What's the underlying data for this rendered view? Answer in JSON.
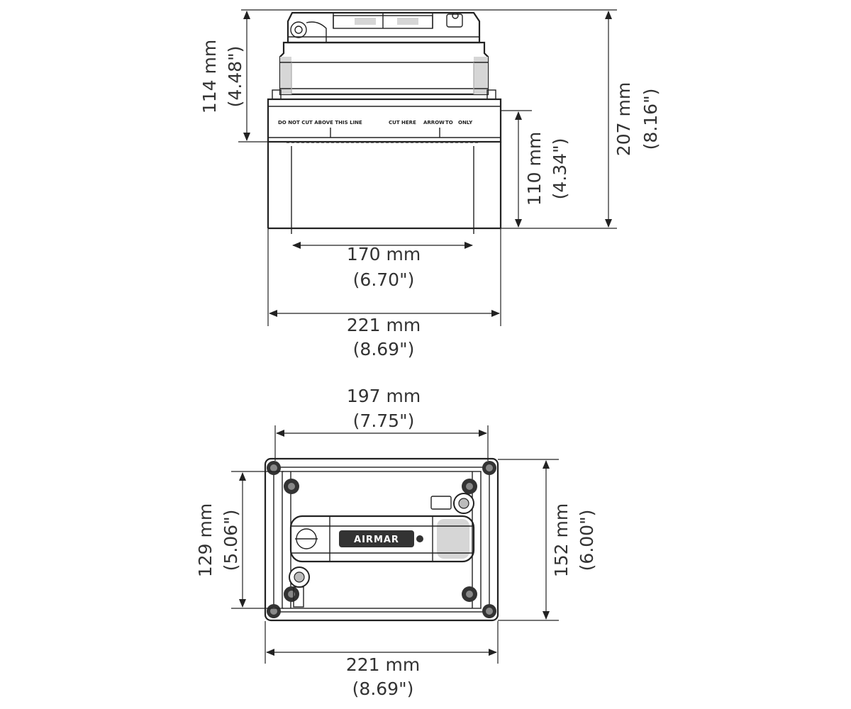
{
  "side_view": {
    "label_upper": "DO NOT CUT ABOVE THIS LINE",
    "label_cut": "CUT HERE",
    "label_arrow": "ARROW",
    "label_tip": "TO",
    "label_cw": "ONLY",
    "dim_total_height": {
      "mm": "207 mm",
      "in": "(8.16\")"
    },
    "dim_upper_height": {
      "mm": "114 mm",
      "in": "(4.48\")"
    },
    "dim_lower_height": {
      "mm": "110 mm",
      "in": "(4.34\")"
    },
    "dim_inner_width": {
      "mm": "170 mm",
      "in": "(6.70\")"
    },
    "dim_outer_width": {
      "mm": "221 mm",
      "in": "(8.69\")"
    }
  },
  "top_view": {
    "logo": "AIRMAR",
    "dim_inner_width": {
      "mm": "197 mm",
      "in": "(7.75\")"
    },
    "dim_inner_height": {
      "mm": "129 mm",
      "in": "(5.06\")"
    },
    "dim_outer_height": {
      "mm": "152 mm",
      "in": "(6.00\")"
    },
    "dim_outer_width": {
      "mm": "221 mm",
      "in": "(8.69\")"
    }
  }
}
